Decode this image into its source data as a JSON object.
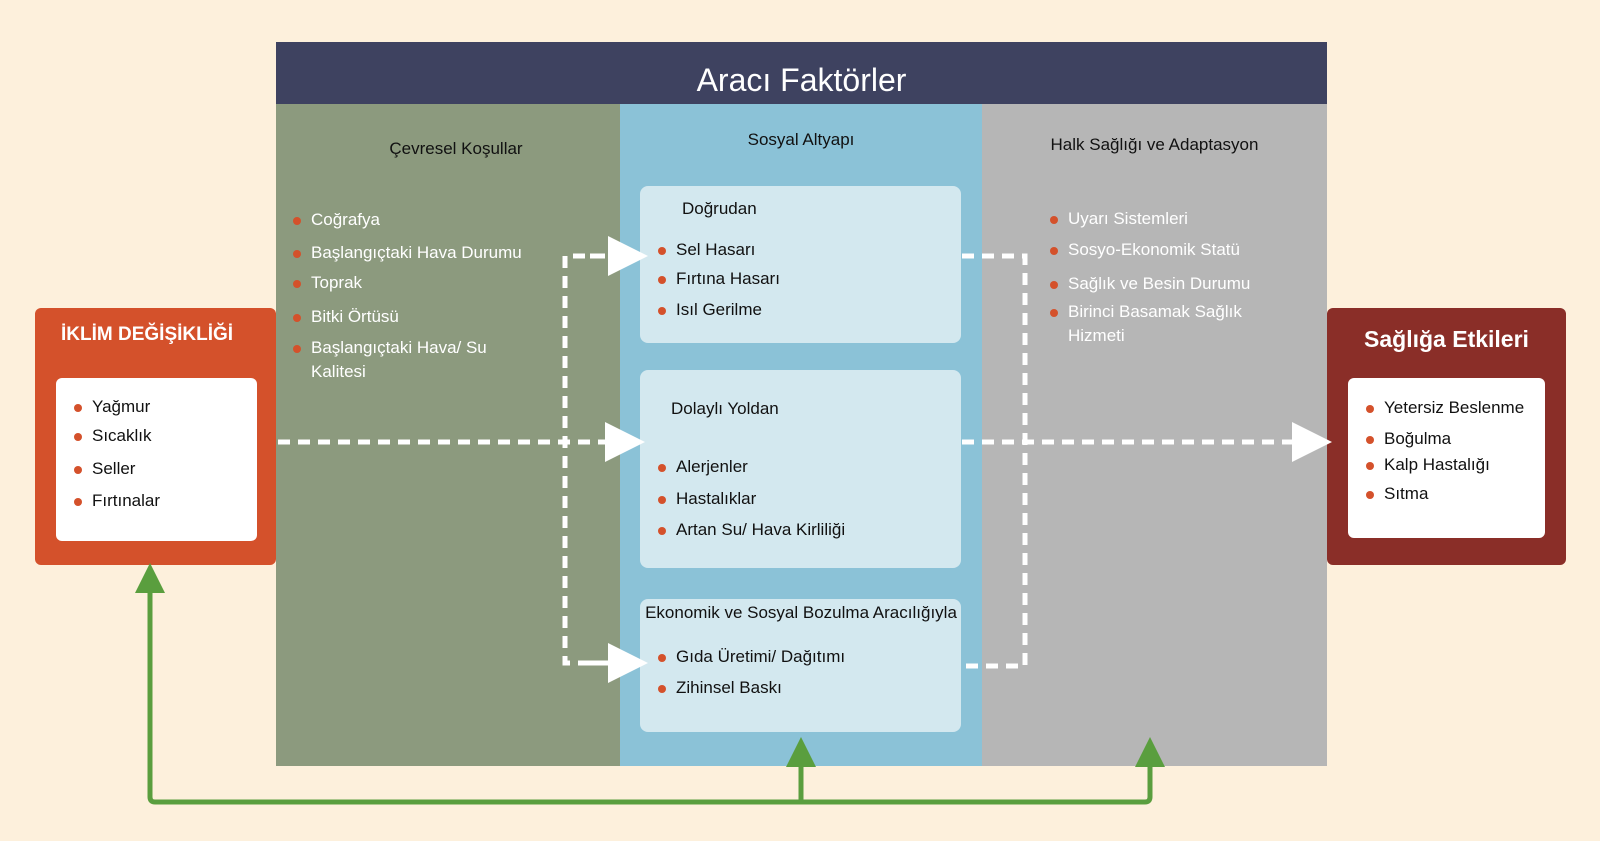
{
  "header": {
    "title": "Aracı Faktörler"
  },
  "columns": {
    "environment": {
      "title": "Çevresel Koşullar",
      "items": [
        "Coğrafya",
        "Başlangıçtaki Hava Durumu",
        "Toprak",
        "Bitki Örtüsü",
        "Başlangıçtaki Hava/ Su\nKalitesi"
      ]
    },
    "social": {
      "title": "Sosyal Altyapı",
      "direct": {
        "title": "Doğrudan",
        "items": [
          "Sel Hasarı",
          "Fırtına Hasarı",
          "Isıl Gerilme"
        ]
      },
      "indirect": {
        "title": "Dolaylı Yoldan",
        "items": [
          "Alerjenler",
          "Hastalıklar",
          "Artan Su/ Hava Kirliliği"
        ]
      },
      "disruption": {
        "title": "Ekonomik ve Sosyal Bozulma Aracılığıyla",
        "items": [
          "Gıda Üretimi/ Dağıtımı",
          "Zihinsel Baskı"
        ]
      }
    },
    "public_health": {
      "title": "Halk Sağlığı ve Adaptasyon",
      "items": [
        "Uyarı Sistemleri",
        "Sosyo-Ekonomik Statü",
        "Sağlık ve Besin Durumu",
        "Birinci Basamak Sağlık\nHizmeti"
      ]
    }
  },
  "climate": {
    "title": "İKLİM DEĞİŞİKLİĞİ",
    "items": [
      "Yağmur",
      "Sıcaklık",
      "Seller",
      "Fırtınalar"
    ]
  },
  "health": {
    "title": "Sağlığa Etkileri",
    "items": [
      "Yetersiz Beslenme",
      "Boğulma",
      "Kalp Hastalığı",
      "Sıtma"
    ]
  },
  "colors": {
    "background": "#fdf0dc",
    "header": "#3e4260",
    "environment": "#8c9a7e",
    "social": "#8bc2d7",
    "public_health": "#b6b6b6",
    "climate": "#d4512b",
    "health": "#8a2e28",
    "bullet": "#d4512b",
    "feedback_arrow": "#5a9e3e",
    "flow_arrow": "#ffffff"
  }
}
